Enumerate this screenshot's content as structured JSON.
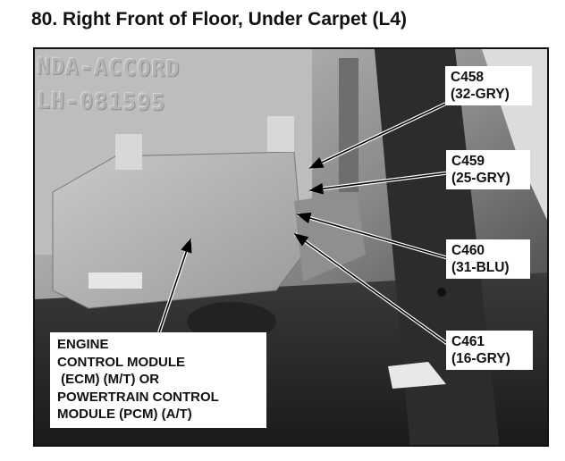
{
  "title": "80. Right Front of Floor, Under Carpet (L4)",
  "callouts": [
    {
      "id": "C458",
      "line1": "C458",
      "line2": "(32-GRY)"
    },
    {
      "id": "C459",
      "line1": "C459",
      "line2": "(25-GRY)"
    },
    {
      "id": "C460",
      "line1": "C460",
      "line2": "(31-BLU)"
    },
    {
      "id": "C461",
      "line1": "C461",
      "line2": "(16-GRY)"
    }
  ],
  "module_label": {
    "lines": [
      "ENGINE",
      "CONTROL MODULE",
      " (ECM) (M/T) OR",
      "POWERTRAIN CONTROL",
      "MODULE (PCM) (A/T)"
    ]
  },
  "photo_lettering": [
    "NDA-ACCORD",
    "LH-081595"
  ]
}
